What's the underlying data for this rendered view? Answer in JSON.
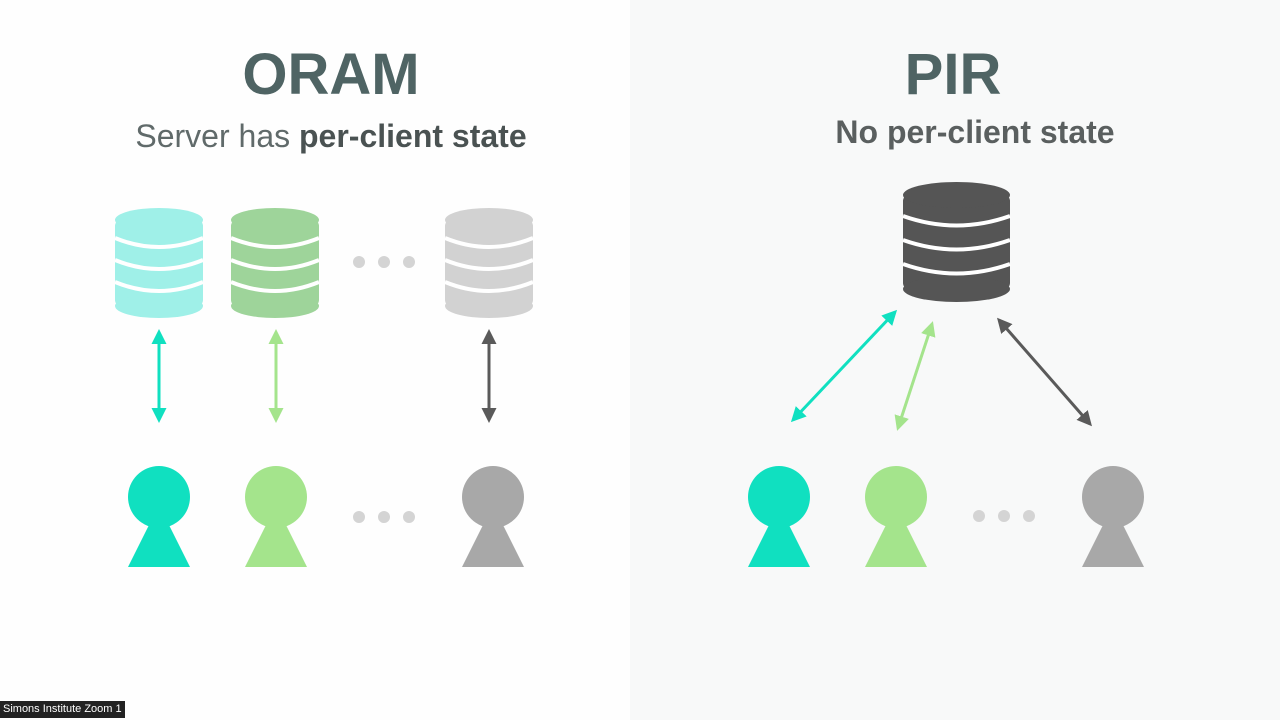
{
  "oram": {
    "title": "ORAM",
    "subtitle_prefix": "Server has ",
    "subtitle_bold": "per-client state",
    "title_color": "#4f6464"
  },
  "pir": {
    "title": "PIR",
    "subtitle": "No per-client state",
    "title_color": "#4f6464"
  },
  "colors": {
    "cyan": "#10e0c0",
    "green": "#a4e48c",
    "gray": "#a8a8a8",
    "dark_db": "#555555",
    "ellipsis": "#d4d4d4"
  },
  "zoom_label": "Simons Institute Zoom 1"
}
